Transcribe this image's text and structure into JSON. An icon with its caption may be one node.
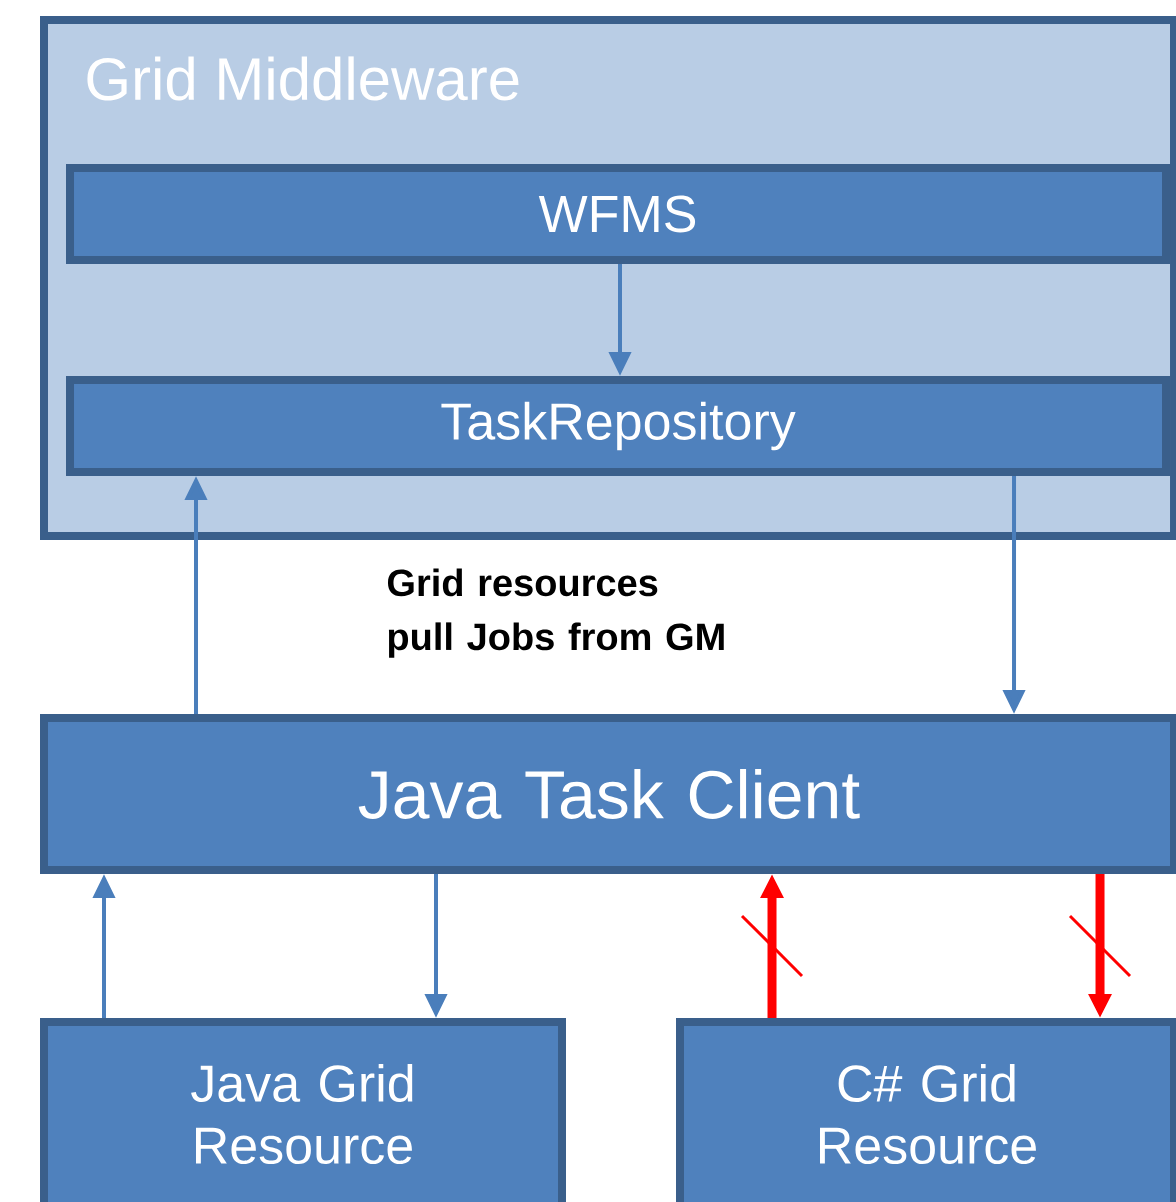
{
  "diagram": {
    "nodes": [
      {
        "text": [
          "Grid Middleware"
        ]
      },
      {
        "text": [
          "WFMS"
        ],
        "in": 0
      },
      {
        "text": [
          "TaskRepository"
        ],
        "in": 0
      },
      {
        "text": [
          "Java Task Client"
        ]
      },
      {
        "text": [
          "Java Grid Resource"
        ]
      },
      {
        "text": [
          "C# Grid Resource"
        ]
      }
    ],
    "edges": [
      {
        "from": 1,
        "to": 2,
        "arrow": "to"
      },
      {
        "from": 3,
        "to": 2,
        "arrow": "to"
      },
      {
        "from": 2,
        "to": 3,
        "arrow": "to"
      },
      {
        "from": 4,
        "to": 3,
        "arrow": "to"
      },
      {
        "from": 3,
        "to": 4,
        "arrow": "to"
      },
      {
        "from": 5,
        "to": 3,
        "arrow": "to",
        "color": "#ff0000",
        "style": "thick"
      },
      {
        "from": 3,
        "to": 5,
        "arrow": "to",
        "color": "#ff0000",
        "style": "thick"
      }
    ],
    "labels": [
      "Grid resources pull Jobs from GM"
    ]
  }
}
